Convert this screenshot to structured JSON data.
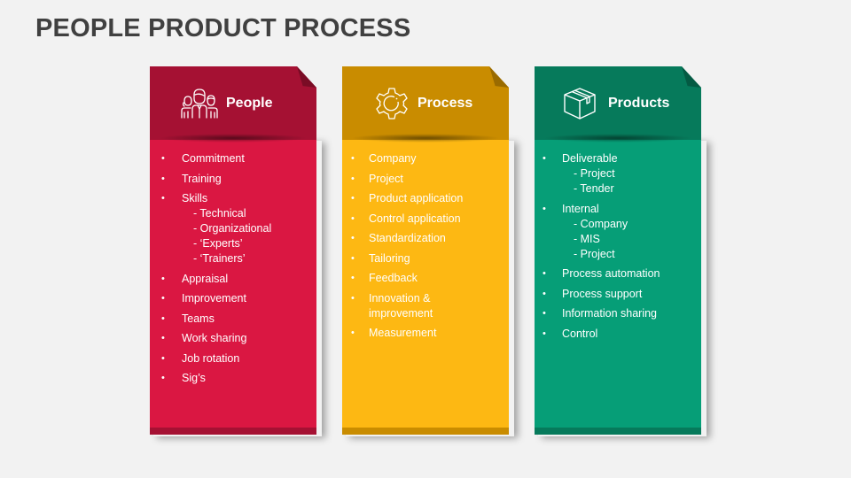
{
  "page": {
    "title": "PEOPLE PRODUCT PROCESS"
  },
  "cards": [
    {
      "id": "people",
      "label": "People",
      "icon": "people-group-icon",
      "colors": {
        "header": "#a51133",
        "body": "#da1742",
        "fold": "#7a0c25"
      },
      "items": [
        {
          "text": "Commitment",
          "sub": []
        },
        {
          "text": "Training",
          "sub": []
        },
        {
          "text": "Skills",
          "sub": [
            "- Technical",
            "- Organizational",
            "- ‘Experts’",
            "- ‘Trainers’"
          ]
        },
        {
          "text": "Appraisal",
          "sub": []
        },
        {
          "text": "Improvement",
          "sub": []
        },
        {
          "text": "Teams",
          "sub": []
        },
        {
          "text": "Work sharing",
          "sub": []
        },
        {
          "text": "Job rotation",
          "sub": []
        },
        {
          "text": "Sig’s",
          "sub": []
        }
      ]
    },
    {
      "id": "process",
      "label": "Process",
      "icon": "gear-icon",
      "colors": {
        "header": "#c98c00",
        "body": "#fdb813",
        "fold": "#9a6b00"
      },
      "items": [
        {
          "text": "Company",
          "sub": []
        },
        {
          "text": "Project",
          "sub": []
        },
        {
          "text": "Product application",
          "sub": []
        },
        {
          "text": "Control application",
          "sub": []
        },
        {
          "text": "Standardization",
          "sub": []
        },
        {
          "text": "Tailoring",
          "sub": []
        },
        {
          "text": "Feedback",
          "sub": []
        },
        {
          "text": "Innovation &",
          "sub": [
            "improvement"
          ]
        },
        {
          "text": "Measurement",
          "sub": []
        }
      ]
    },
    {
      "id": "products",
      "label": "Products",
      "icon": "box-package-icon",
      "colors": {
        "header": "#067a5b",
        "body": "#069e77",
        "fold": "#045a43"
      },
      "items": [
        {
          "text": "Deliverable",
          "sub": [
            "- Project",
            "- Tender"
          ]
        },
        {
          "text": "Internal",
          "sub": [
            "- Company",
            "- MIS",
            "- Project"
          ]
        },
        {
          "text": "Process automation",
          "sub": []
        },
        {
          "text": "Process support",
          "sub": []
        },
        {
          "text": "Information sharing",
          "sub": []
        },
        {
          "text": "Control",
          "sub": []
        }
      ]
    }
  ],
  "bullet_char": "•"
}
